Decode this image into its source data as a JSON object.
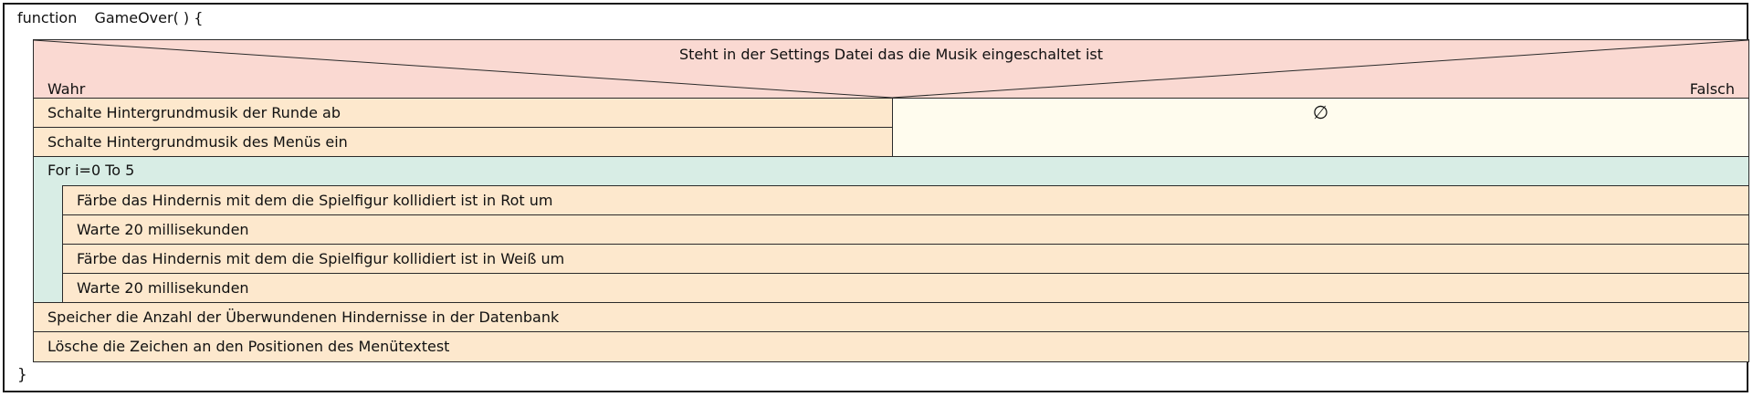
{
  "function": {
    "keyword": "function",
    "signature": "GameOver( ) {",
    "closing": "}"
  },
  "decision": {
    "condition": "Steht in der Settings Datei das die Musik eingeschaltet ist",
    "true_label": "Wahr",
    "false_label": "Falsch",
    "true_branch": [
      "Schalte Hintergrundmusik der Runde ab",
      "Schalte Hintergrundmusik des Menüs ein"
    ],
    "false_branch_symbol": "∅"
  },
  "loop": {
    "header": "For i=0 To 5",
    "body": [
      "Färbe das Hindernis mit dem die Spielfigur kollidiert ist in Rot um",
      "Warte 20 millisekunden",
      "Färbe das Hindernis mit dem die Spielfigur kollidiert ist in Weiß um",
      "Warte 20 millisekunden"
    ]
  },
  "statements": [
    "Speicher die Anzahl der Überwundenen Hindernisse in der Datenbank",
    "Lösche die Zeichen an den Positionen des Menütextest"
  ],
  "colors": {
    "statement": "#fde8cd",
    "condition": "#fad9d2",
    "empty_branch": "#fffcee",
    "loop": "#d8ede5",
    "border": "#1a1a1a"
  }
}
